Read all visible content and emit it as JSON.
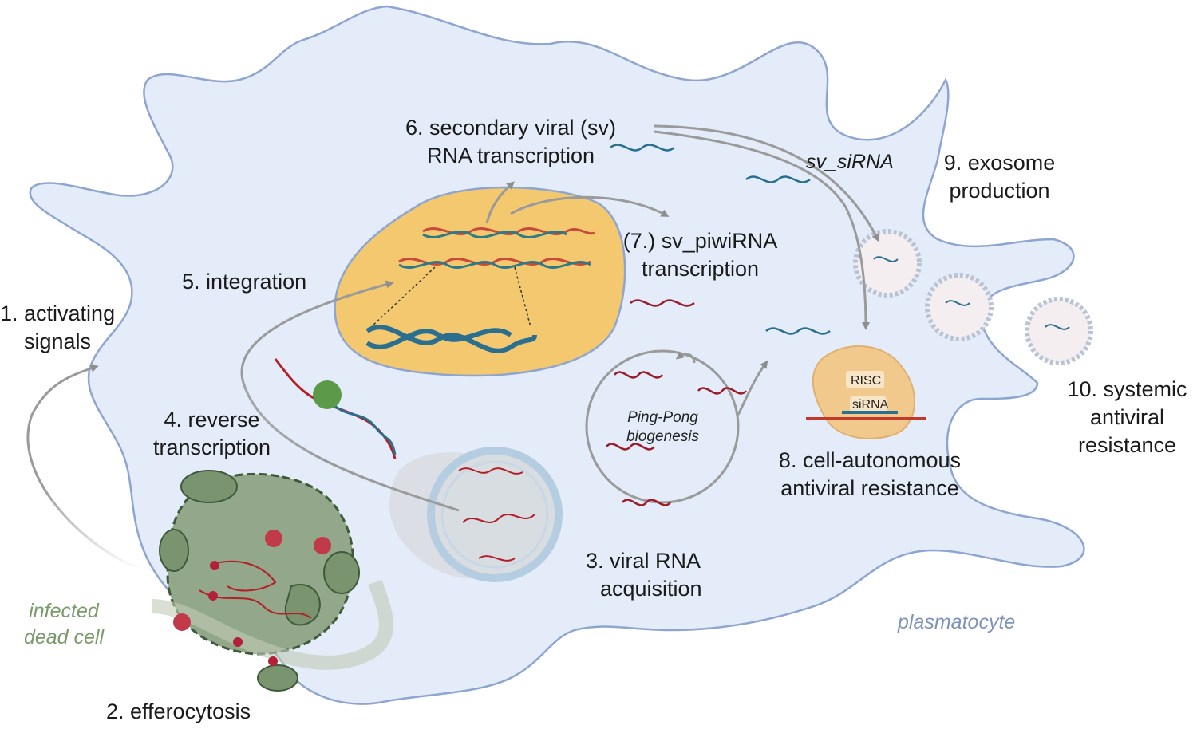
{
  "labels": {
    "step1": [
      "1. activating",
      "signals"
    ],
    "step2": "2. efferocytosis",
    "step3": [
      "3. viral RNA",
      "acquisition"
    ],
    "step4": [
      "4. reverse",
      "transcription"
    ],
    "step5": "5. integration",
    "step6": [
      "6. secondary viral (sv)",
      "RNA transcription"
    ],
    "step7": [
      "(7.) sv_piwiRNA",
      "transcription"
    ],
    "step8": [
      "8. cell-autonomous",
      "antiviral resistance"
    ],
    "step9": [
      "9. exosome",
      "production"
    ],
    "step10": [
      "10. systemic",
      "antiviral",
      "resistance"
    ],
    "sv_sirna": "sv_siRNA",
    "ping_pong": [
      "Ping-Pong",
      "biogenesis"
    ],
    "infected_dead_cell": [
      "infected",
      "dead cell"
    ],
    "plasmatocyte": "plasmatocyte",
    "risc": "RISC",
    "sirna": "siRNA"
  },
  "colors": {
    "cell_fill": "#e3ecf8",
    "cell_stroke": "#8ea6cf",
    "nucleus_fill": "#f3c86f",
    "dead_cell": "#6f8a60",
    "rna_red": "#b3202a",
    "rna_blue": "#2a6f8f",
    "arrow_gray": "#9a9a9a",
    "risc": "#f2c98c"
  },
  "icons": [
    "virus-icon",
    "dna-helix-icon",
    "rna-strand-icon",
    "exosome-icon",
    "risc-complex-icon",
    "endosome-icon",
    "mitochondrion-icon",
    "reverse-transcriptase-icon"
  ]
}
